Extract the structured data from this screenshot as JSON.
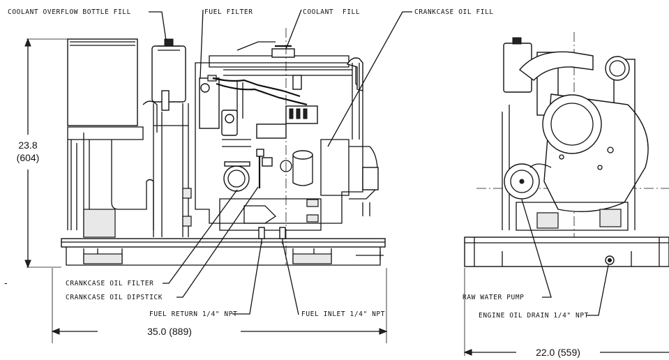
{
  "labels": {
    "coolant_overflow": "COOLANT OVERFLOW BOTTLE FILL",
    "fuel_filter": "FUEL FILTER",
    "coolant_fill": "COOLANT  FILL",
    "crankcase_oil_fill": "CRANKCASE OIL FILL",
    "crankcase_oil_filter": "CRANKCASE OIL FILTER",
    "crankcase_oil_dipstick": "CRANKCASE OIL DIPSTICK",
    "fuel_return": "FUEL RETURN 1/4\" NPT",
    "fuel_inlet": "FUEL INLET 1/4\" NPT",
    "raw_water_pump": "RAW WATER PUMP",
    "engine_oil_drain": "ENGINE OIL DRAIN 1/4\" NPT"
  },
  "dimensions": {
    "height_in": "23.8",
    "height_mm": "(604)",
    "length": "35.0 (889)",
    "width": "22.0 (559)"
  },
  "stray_mark": "-"
}
